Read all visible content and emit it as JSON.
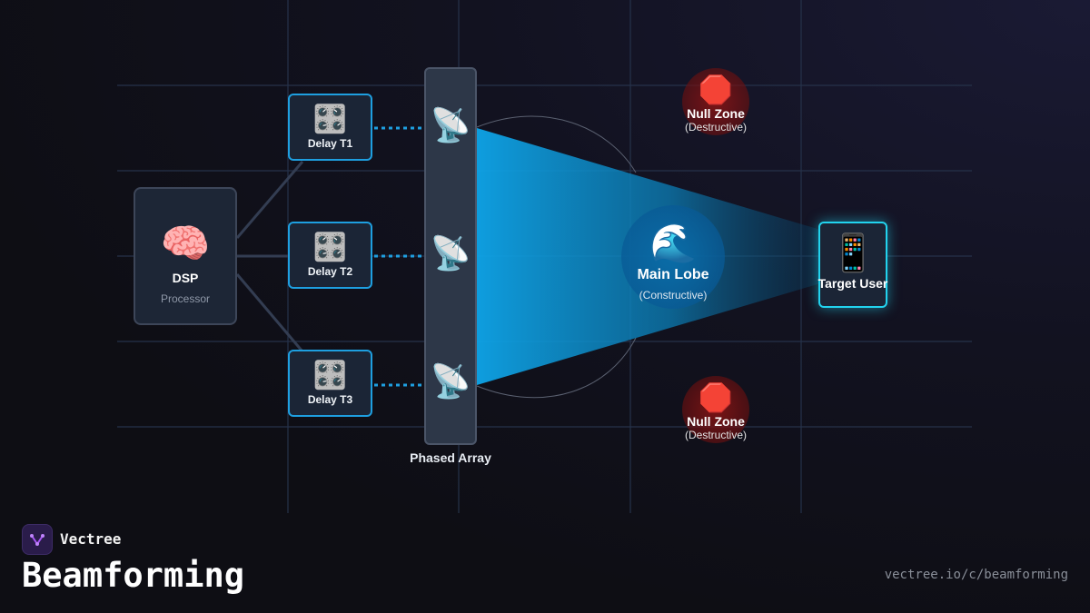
{
  "dsp": {
    "icon": "brain-icon",
    "glyph": "🧠",
    "title": "DSP",
    "subtitle": "Processor"
  },
  "delays": [
    {
      "icon": "control-knobs-icon",
      "glyph": "🎛️",
      "label": "Delay T1"
    },
    {
      "icon": "control-knobs-icon",
      "glyph": "🎛️",
      "label": "Delay T2"
    },
    {
      "icon": "control-knobs-icon",
      "glyph": "🎛️",
      "label": "Delay T3"
    }
  ],
  "array": {
    "label": "Phased Array",
    "antenna_icon": "satellite-antenna-icon",
    "antenna_glyph": "📡"
  },
  "null_zones": [
    {
      "icon": "stop-sign-icon",
      "glyph": "🛑",
      "title": "Null Zone",
      "subtitle": "(Destructive)"
    },
    {
      "icon": "stop-sign-icon",
      "glyph": "🛑",
      "title": "Null Zone",
      "subtitle": "(Destructive)"
    }
  ],
  "main_lobe": {
    "icon": "wave-icon",
    "glyph": "🌊",
    "title": "Main Lobe",
    "subtitle": "(Constructive)"
  },
  "target": {
    "icon": "mobile-phone-icon",
    "glyph": "📱",
    "label": "Target User"
  },
  "footer": {
    "brand": "Vectree",
    "title": "Beamforming",
    "url": "vectree.io/c/beamforming"
  },
  "colors": {
    "accent": "#1e9fe0",
    "beam": "#0ea5e9",
    "target_glow": "#22d3ee",
    "null_zone": "#7f1d1d",
    "background": "#0e0e14"
  }
}
